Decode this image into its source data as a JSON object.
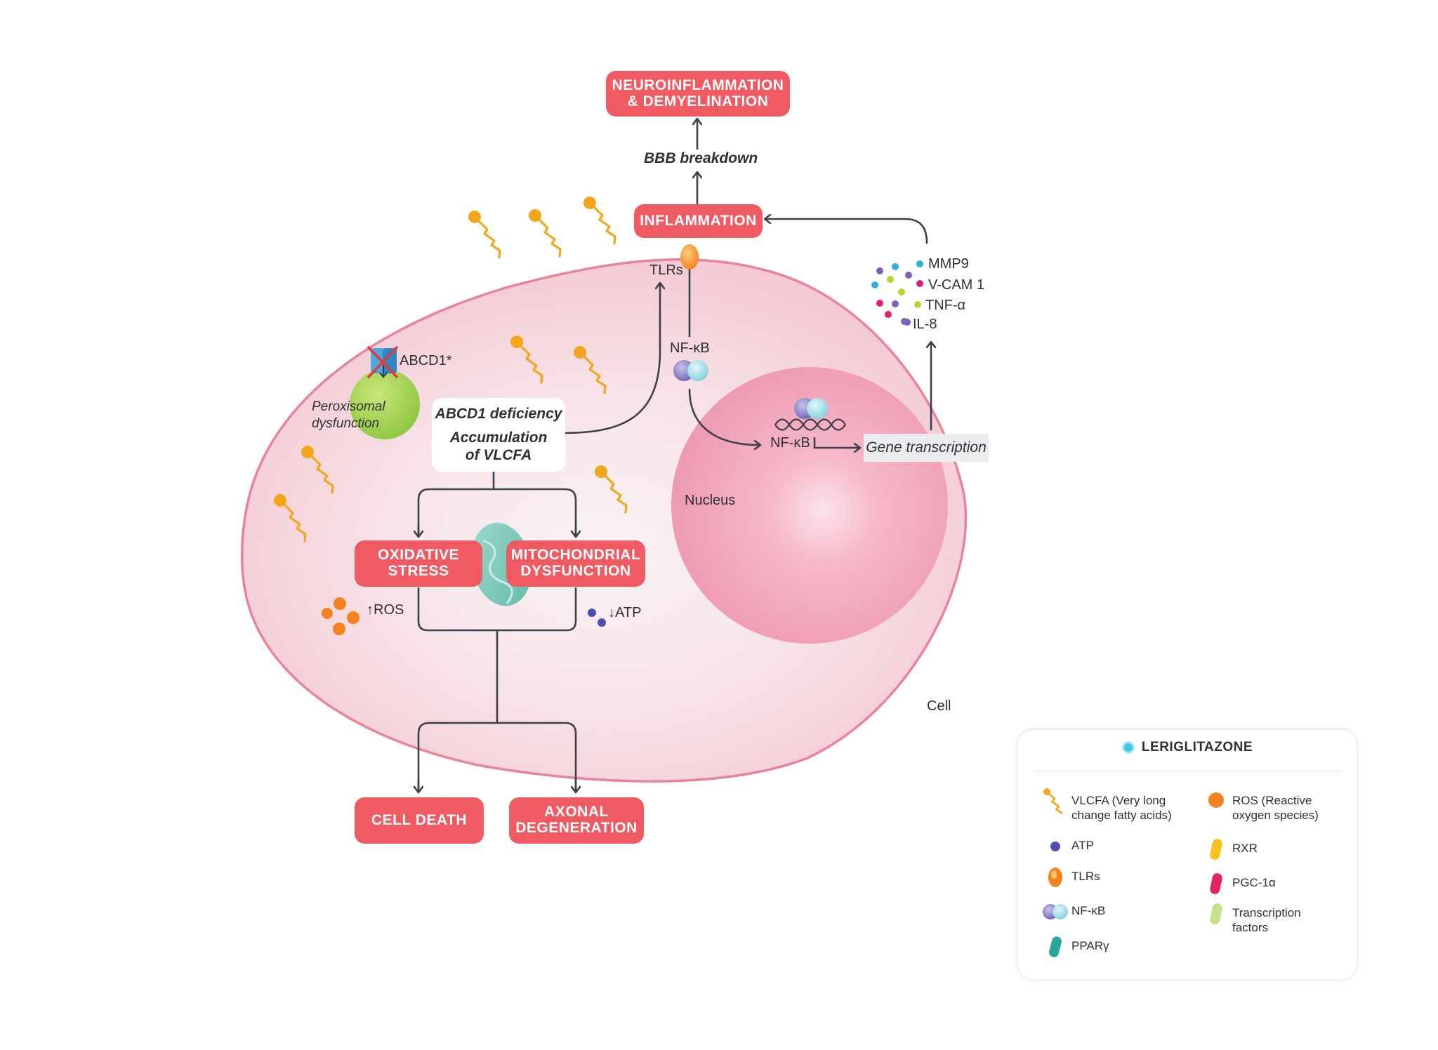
{
  "boxes": {
    "neuroinflammation": "NEUROINFLAMMATION\n& DEMYELINATION",
    "inflammation": "INFLAMMATION",
    "oxidative_stress": "OXIDATIVE\nSTRESS",
    "mitochondrial_dysfunction": "MITOCHONDRIAL\nDYSFUNCTION",
    "cell_death": "CELL DEATH",
    "axonal_degeneration": "AXONAL\nDEGENERATION"
  },
  "labels": {
    "bbb_breakdown": "BBB breakdown",
    "tlrs": "TLRs",
    "nfkb_cytoplasm": "NF-κB",
    "nfkb_nucleus": "NF-κB",
    "abcd1": "ABCD1*",
    "peroxisomal_line1": "Peroxisomal",
    "peroxisomal_line2": "dysfunction",
    "abcd1_deficiency": "ABCD1 deficiency",
    "accumulation_line1": "Accumulation",
    "accumulation_line2": "of VLCFA",
    "gene_transcription": "Gene transcription",
    "nucleus": "Nucleus",
    "cell": "Cell",
    "ros": "↑ROS",
    "atp": "↓ATP"
  },
  "cytokines": [
    "MMP9",
    "V-CAM 1",
    "TNF-α",
    "IL-8"
  ],
  "legend": {
    "title": "LERIGLITAZONE",
    "items": [
      {
        "label": "VLCFA (Very long\nchange fatty acids)",
        "icon": "vlcfa-icon"
      },
      {
        "label": "ROS (Reactive\noxygen species)",
        "icon": "ros-icon"
      },
      {
        "label": "ATP",
        "icon": "atp-icon"
      },
      {
        "label": "RXR",
        "icon": "rxr-icon"
      },
      {
        "label": "TLRs",
        "icon": "tlrs-icon"
      },
      {
        "label": "PGC-1α",
        "icon": "pgc1a-icon"
      },
      {
        "label": "NF-κB",
        "icon": "nfkb-icon"
      },
      {
        "label": "Transcription\nfactors",
        "icon": "transcription-factors-icon"
      },
      {
        "label": "PPARγ",
        "icon": "ppargamma-icon"
      }
    ]
  },
  "colors": {
    "box_red": "#ef5a63",
    "cell_fill": "#f6d3da",
    "cell_stroke": "#e8839a",
    "nucleus_fill": "#f2a3b9",
    "arrow": "#3d3f4a",
    "vlcfa": "#f2a71b",
    "ros": "#f58220",
    "atp": "#4a4fb0",
    "leriglitazone": "#3cc3e6"
  }
}
